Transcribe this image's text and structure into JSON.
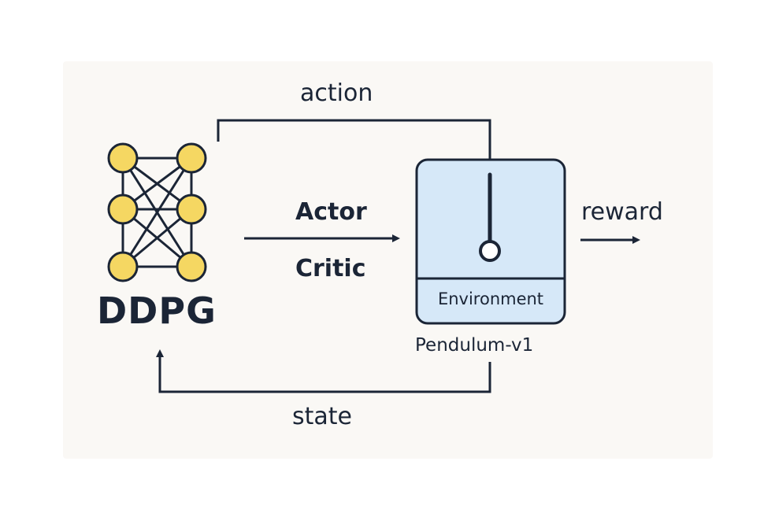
{
  "labels": {
    "action": "action",
    "actor": "Actor",
    "critic": "Critic",
    "reward": "reward",
    "state": "state",
    "agent": "DDPG",
    "environment": "Environment",
    "environment_name": "Pendulum-v1"
  },
  "colors": {
    "node_fill": "#f5d762",
    "line": "#1b2536",
    "env_fill": "#d6e8f8",
    "background": "#faf8f5"
  }
}
